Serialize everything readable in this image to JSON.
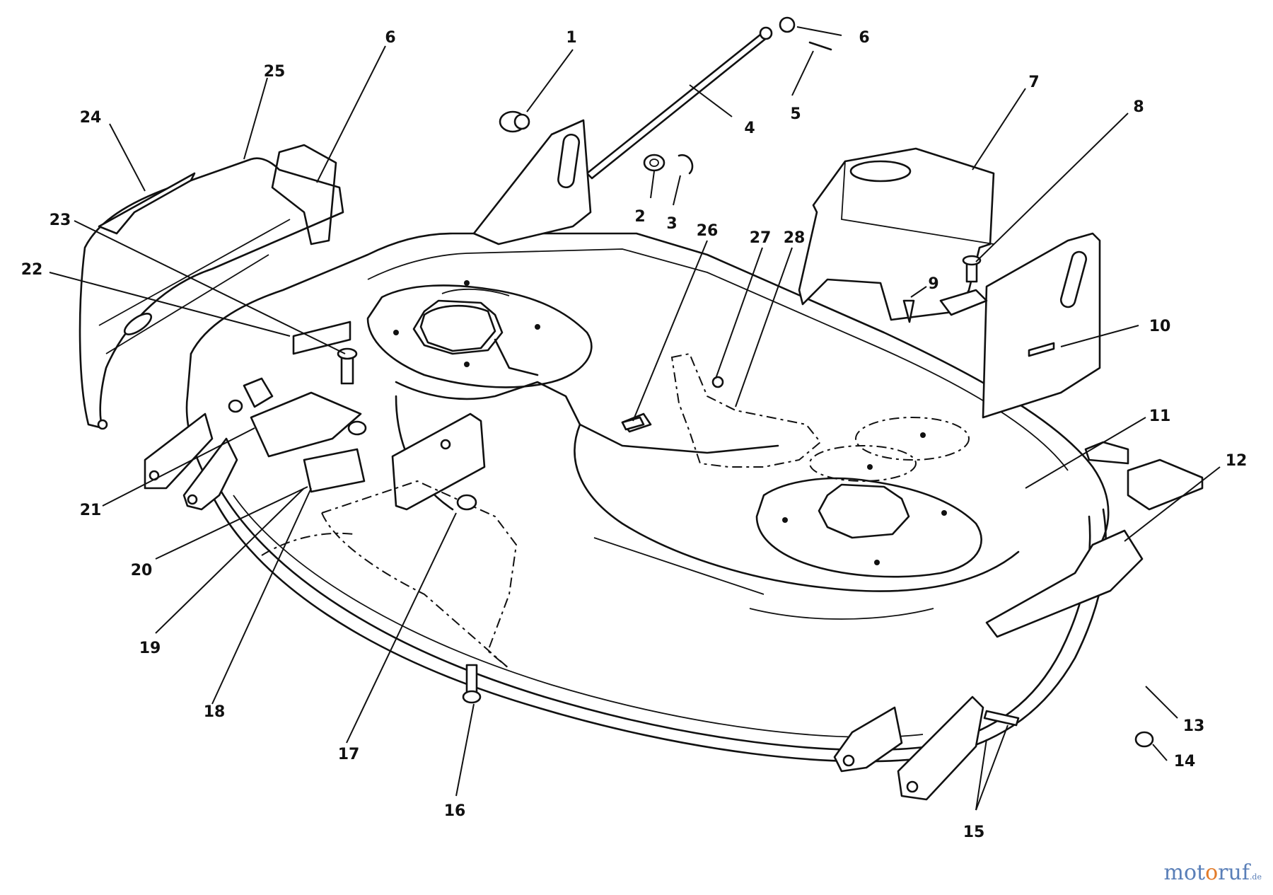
{
  "figure": {
    "callouts": [
      {
        "id": "1",
        "label": "1"
      },
      {
        "id": "2",
        "label": "2"
      },
      {
        "id": "3",
        "label": "3"
      },
      {
        "id": "4",
        "label": "4"
      },
      {
        "id": "5",
        "label": "5"
      },
      {
        "id": "6a",
        "label": "6"
      },
      {
        "id": "6b",
        "label": "6"
      },
      {
        "id": "7",
        "label": "7"
      },
      {
        "id": "8",
        "label": "8"
      },
      {
        "id": "9",
        "label": "9"
      },
      {
        "id": "10",
        "label": "10"
      },
      {
        "id": "11",
        "label": "11"
      },
      {
        "id": "12",
        "label": "12"
      },
      {
        "id": "13",
        "label": "13"
      },
      {
        "id": "14",
        "label": "14"
      },
      {
        "id": "15",
        "label": "15"
      },
      {
        "id": "16",
        "label": "16"
      },
      {
        "id": "17",
        "label": "17"
      },
      {
        "id": "18",
        "label": "18"
      },
      {
        "id": "19",
        "label": "19"
      },
      {
        "id": "20",
        "label": "20"
      },
      {
        "id": "21",
        "label": "21"
      },
      {
        "id": "22",
        "label": "22"
      },
      {
        "id": "23",
        "label": "23"
      },
      {
        "id": "24",
        "label": "24"
      },
      {
        "id": "25",
        "label": "25"
      },
      {
        "id": "26",
        "label": "26"
      },
      {
        "id": "27",
        "label": "27"
      },
      {
        "id": "28",
        "label": "28"
      }
    ]
  },
  "watermark": {
    "brand_part1": "mot",
    "brand_part2": "o",
    "brand_part3": "ruf",
    "tld": ".de"
  }
}
